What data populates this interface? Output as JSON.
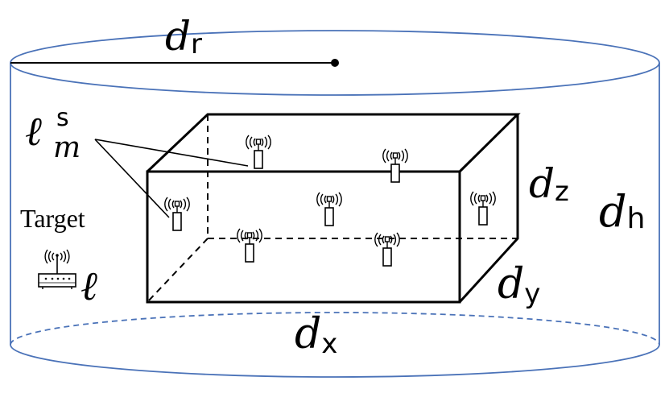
{
  "labels": {
    "d_r": {
      "base": "d",
      "sub": "r"
    },
    "d_z": {
      "base": "d",
      "sub": "z"
    },
    "d_h": {
      "base": "d",
      "sub": "h"
    },
    "d_y": {
      "base": "d",
      "sub": "y"
    },
    "d_x": {
      "base": "d",
      "sub": "x"
    },
    "anchor": {
      "base": "ℓ",
      "sup": "s",
      "sub": "m"
    },
    "target_text": "Target",
    "target_symbol": "ℓ"
  },
  "colors": {
    "cylinder": "#4a72b8",
    "box": "#000000",
    "text": "#000000"
  },
  "icons": {
    "anchor": "antenna-tag-icon",
    "target": "wifi-router-icon"
  }
}
